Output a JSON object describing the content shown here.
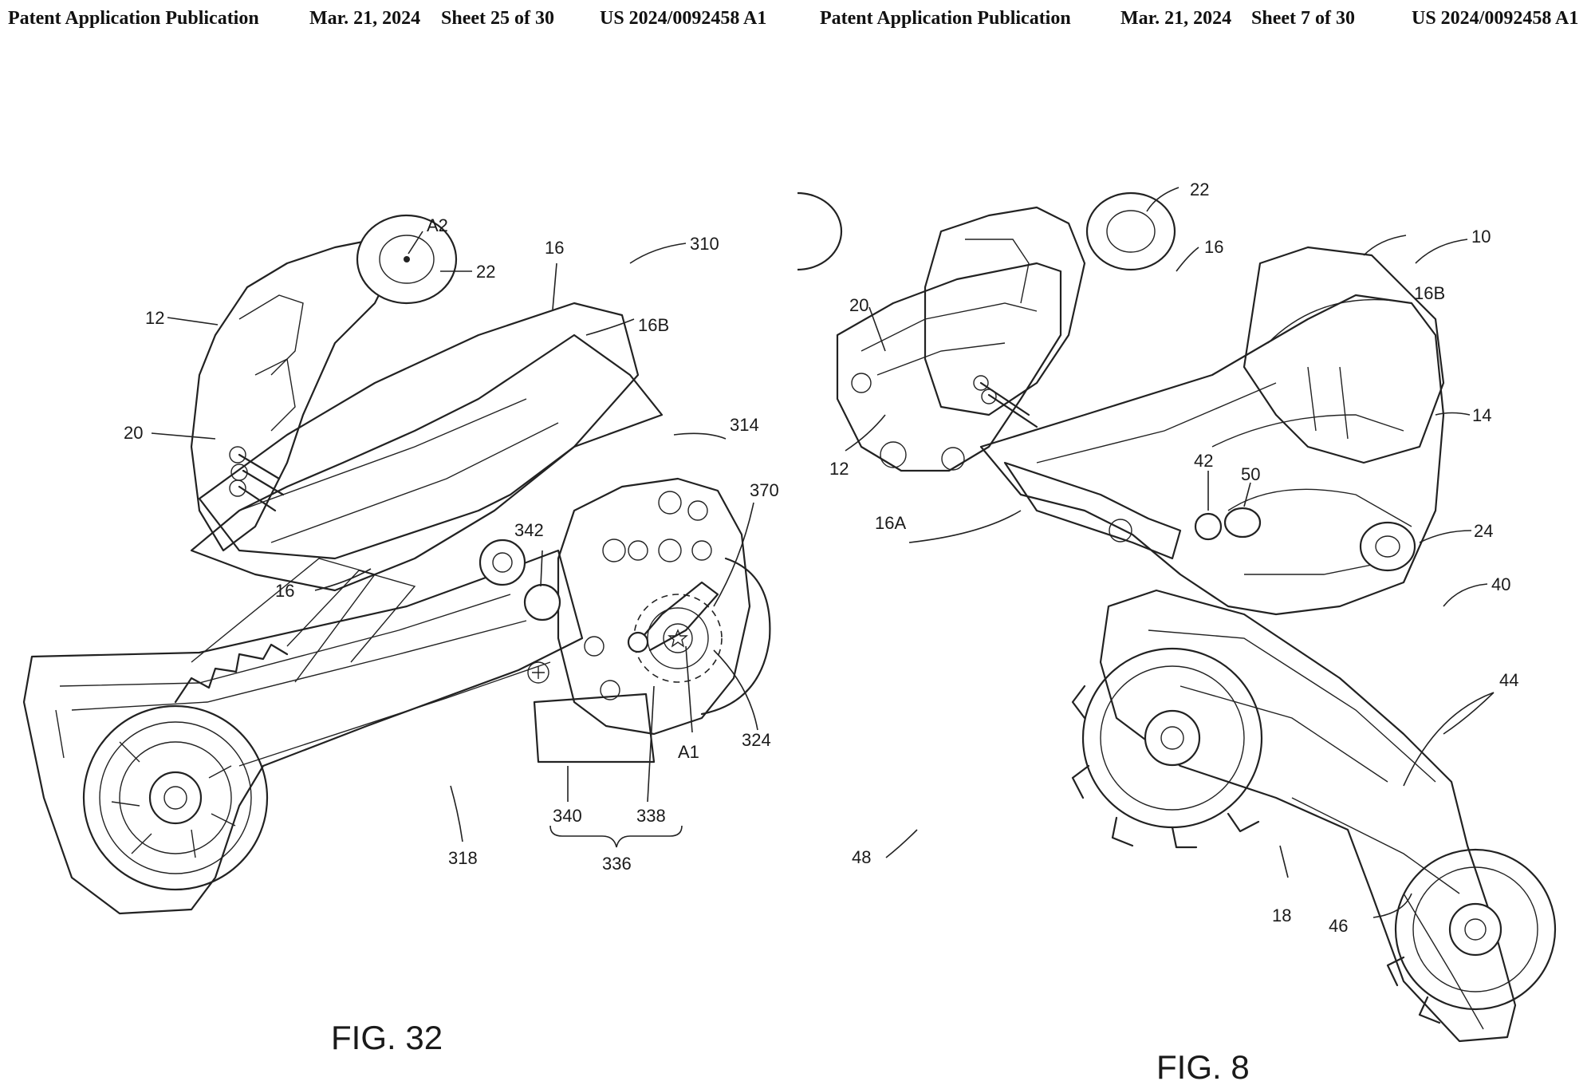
{
  "left_sheet": {
    "header": {
      "publication": "Patent Application Publication",
      "date": "Mar. 21, 2024",
      "sheet": "Sheet 25 of 30",
      "number": "US 2024/0092458 A1"
    },
    "figure_label": "FIG. 32",
    "reference_numerals": {
      "a2": "A2",
      "n22": "22",
      "n16_top": "16",
      "n310": "310",
      "n12": "12",
      "n16b": "16B",
      "n20": "20",
      "n314": "314",
      "n370": "370",
      "n342": "342",
      "n16_lower": "16",
      "a1": "A1",
      "n324": "324",
      "n340": "340",
      "n338": "338",
      "n336": "336",
      "n318": "318"
    }
  },
  "right_sheet": {
    "header": {
      "publication": "Patent Application Publication",
      "date": "Mar. 21, 2024",
      "sheet": "Sheet 7 of 30",
      "number": "US 2024/0092458 A1"
    },
    "figure_label": "FIG. 8",
    "reference_numerals": {
      "n22": "22",
      "n16": "16",
      "n10": "10",
      "n20": "20",
      "n16b": "16B",
      "n12": "12",
      "n14": "14",
      "n42": "42",
      "n50": "50",
      "n16a": "16A",
      "n24": "24",
      "n40": "40",
      "n44": "44",
      "n48": "48",
      "n18": "18",
      "n46": "46"
    }
  }
}
